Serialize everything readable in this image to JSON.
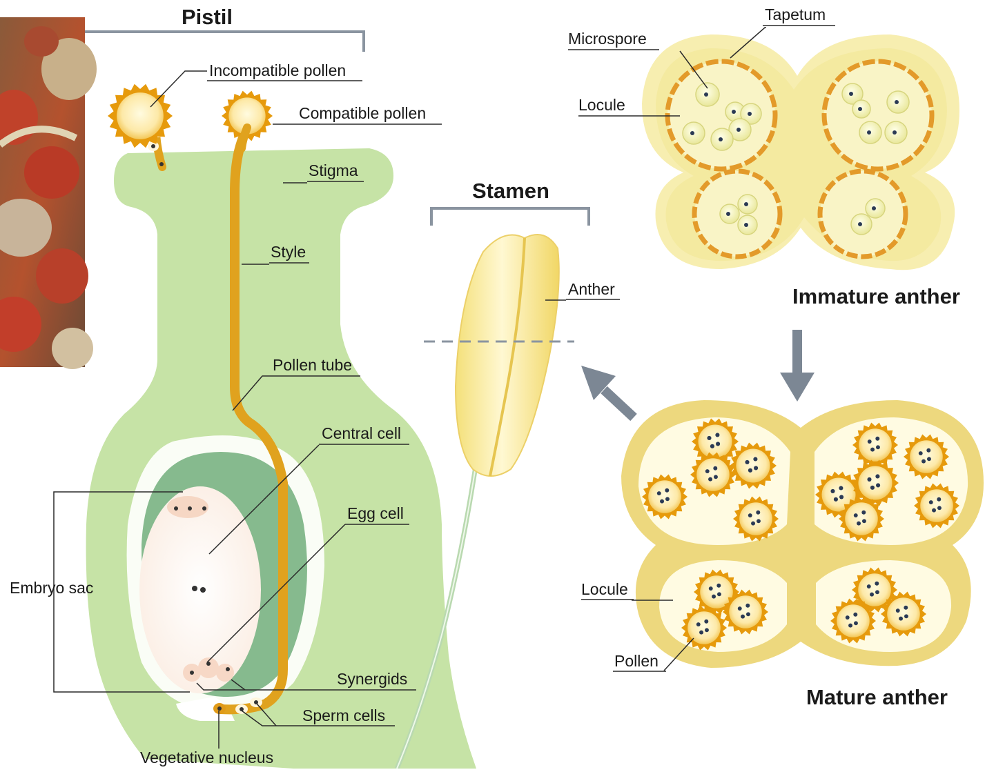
{
  "titles": {
    "pistil": "Pistil",
    "stamen": "Stamen",
    "immature_anther": "Immature anther",
    "mature_anther": "Mature anther"
  },
  "pistil_labels": {
    "incompatible_pollen": "Incompatible pollen",
    "compatible_pollen": "Compatible pollen",
    "stigma": "Stigma",
    "style": "Style",
    "pollen_tube": "Pollen tube",
    "central_cell": "Central cell",
    "egg_cell": "Egg cell",
    "embryo_sac": "Embryo sac",
    "synergids": "Synergids",
    "sperm_cells": "Sperm cells",
    "vegetative_nucleus": "Vegetative nucleus"
  },
  "stamen_labels": {
    "anther": "Anther"
  },
  "immature_labels": {
    "tapetum": "Tapetum",
    "microspore": "Microspore",
    "locule": "Locule"
  },
  "mature_labels": {
    "locule": "Locule",
    "pollen": "Pollen"
  },
  "colors": {
    "pistil_green": "#c6e3a6",
    "ovule_green": "#7fb38a",
    "pollen_orange": "#e69a0c",
    "pollen_core": "#fde9a8",
    "anther_yellow": "#f6eba3",
    "tapetum_orange": "#e39a2a",
    "arrow_gray": "#7c8794"
  },
  "icons": {
    "photo_inset": "pollen-sem-photo",
    "arrow_down": "arrow-down-icon",
    "arrow_diagonal": "arrow-up-left-icon"
  }
}
